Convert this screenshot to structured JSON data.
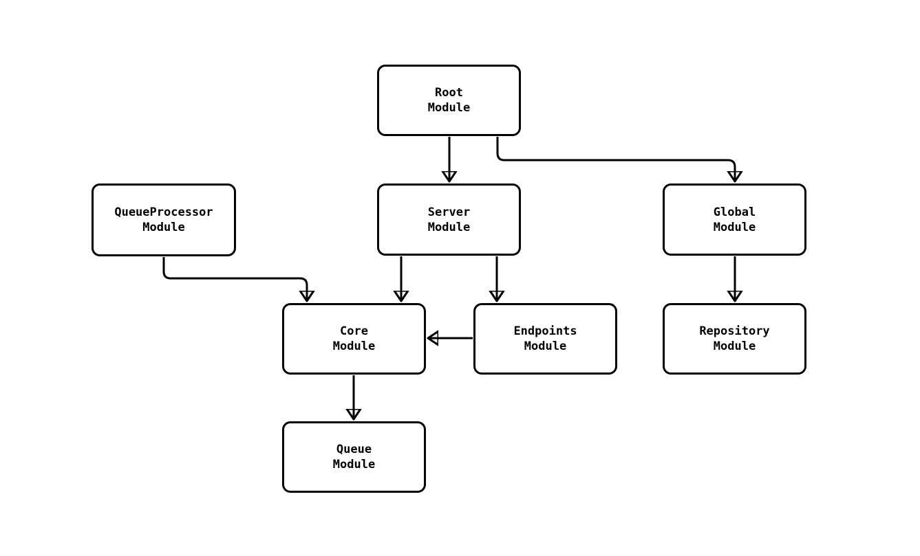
{
  "diagram": {
    "type": "module-dependency-graph",
    "background_color": "#ffffff",
    "stroke_color": "#000000",
    "node_fill_color": "#ffffff",
    "nodes": [
      {
        "id": "root",
        "label": "Root\nModule"
      },
      {
        "id": "queueprocessor",
        "label": "QueueProcessor\nModule"
      },
      {
        "id": "server",
        "label": "Server\nModule"
      },
      {
        "id": "global",
        "label": "Global\nModule"
      },
      {
        "id": "core",
        "label": "Core\nModule"
      },
      {
        "id": "endpoints",
        "label": "Endpoints\nModule"
      },
      {
        "id": "repository",
        "label": "Repository\nModule"
      },
      {
        "id": "queue",
        "label": "Queue\nModule"
      }
    ],
    "edges": [
      {
        "from": "root",
        "to": "server"
      },
      {
        "from": "root",
        "to": "global"
      },
      {
        "from": "queueprocessor",
        "to": "core"
      },
      {
        "from": "server",
        "to": "core"
      },
      {
        "from": "server",
        "to": "endpoints"
      },
      {
        "from": "global",
        "to": "repository"
      },
      {
        "from": "endpoints",
        "to": "core"
      },
      {
        "from": "core",
        "to": "queue"
      }
    ]
  }
}
